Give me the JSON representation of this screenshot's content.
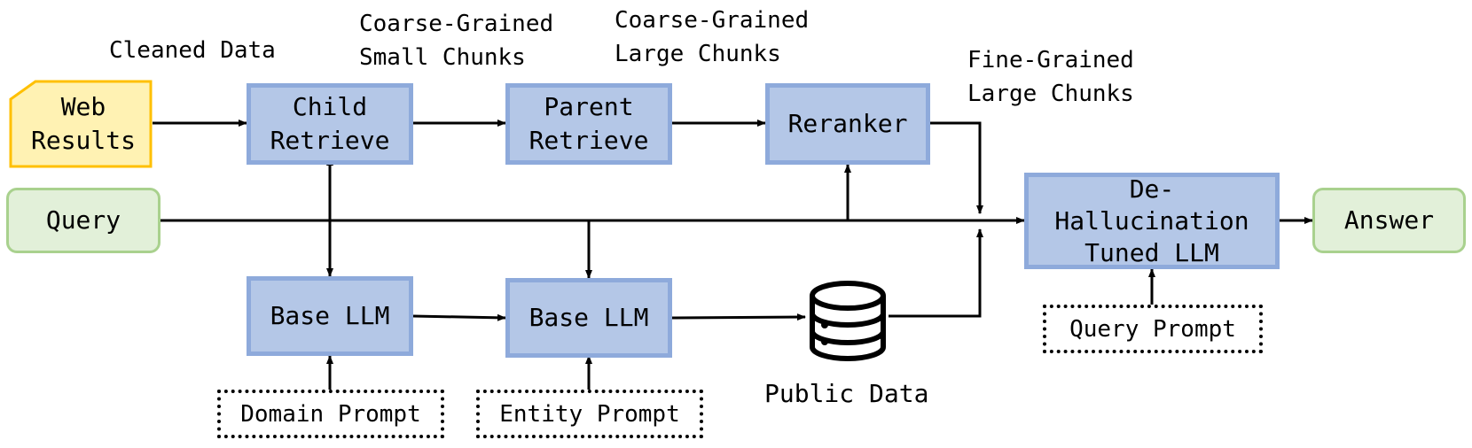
{
  "nodes": {
    "web_results": [
      "Web",
      "Results"
    ],
    "query": "Query",
    "child_retrieve": [
      "Child",
      "Retrieve"
    ],
    "parent_retrieve": [
      "Parent",
      "Retrieve"
    ],
    "reranker": "Reranker",
    "base_llm_1": "Base LLM",
    "base_llm_2": "Base LLM",
    "de_hallucination": [
      "De-",
      "Hallucination",
      "Tuned LLM"
    ],
    "answer": "Answer",
    "domain_prompt": "Domain Prompt",
    "entity_prompt": "Entity Prompt",
    "query_prompt": "Query Prompt"
  },
  "labels": {
    "cleaned_data": "Cleaned Data",
    "coarse_small": [
      "Coarse-Grained",
      "Small Chunks"
    ],
    "coarse_large": [
      "Coarse-Grained",
      "Large Chunks"
    ],
    "fine_large": [
      "Fine-Grained",
      "Large Chunks"
    ],
    "public_data": "Public Data"
  },
  "colors": {
    "process_fill": "#b4c7e7",
    "process_border": "#8eaadb",
    "io_fill": "#e2f0d9",
    "io_border": "#a9d18e",
    "source_fill": "#fff2b3",
    "source_border": "#ffc000"
  },
  "icons": {
    "database": "database-icon"
  }
}
